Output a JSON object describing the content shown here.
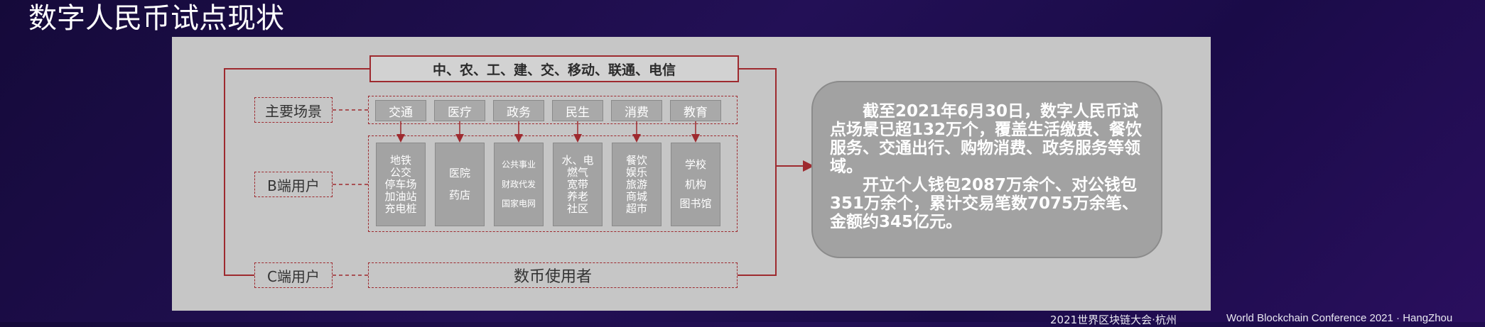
{
  "title": "数字人民币试点现状",
  "top_banner": "中、农、工、建、交、移动、联通、电信",
  "labels": {
    "scenes": "主要场景",
    "b_users": "B端用户",
    "c_users": "C端用户"
  },
  "scenes": [
    "交通",
    "医疗",
    "政务",
    "民生",
    "消费",
    "教育"
  ],
  "b_user_boxes": [
    [
      "地铁",
      "公交",
      "停车场",
      "加油站",
      "充电桩"
    ],
    [
      "医院",
      "药店"
    ],
    [
      "公共事业",
      "财政代发",
      "国家电网"
    ],
    [
      "水、电",
      "燃气",
      "宽带",
      "养老",
      "社区"
    ],
    [
      "餐饮",
      "娱乐",
      "旅游",
      "商城",
      "超市"
    ],
    [
      "学校",
      "机构",
      "图书馆"
    ]
  ],
  "c_user_text": "数币使用者",
  "info": {
    "para1": "截至2021年6月30日，数字人民币试点场景已超132万个，覆盖生活缴费、餐饮服务、交通出行、购物消费、政务服务等领域。",
    "para2": "开立个人钱包2087万余个、对公钱包351万余个，累计交易笔数7075万余笔、金额约345亿元。"
  },
  "footer": {
    "left": "2021世界区块链大会·杭州",
    "right": "World Blockchain Conference 2021 · HangZhou"
  },
  "colors": {
    "accent_red": "#9e2a2f",
    "panel_gray": "#c6c6c6",
    "box_gray": "#a3a3a3"
  }
}
